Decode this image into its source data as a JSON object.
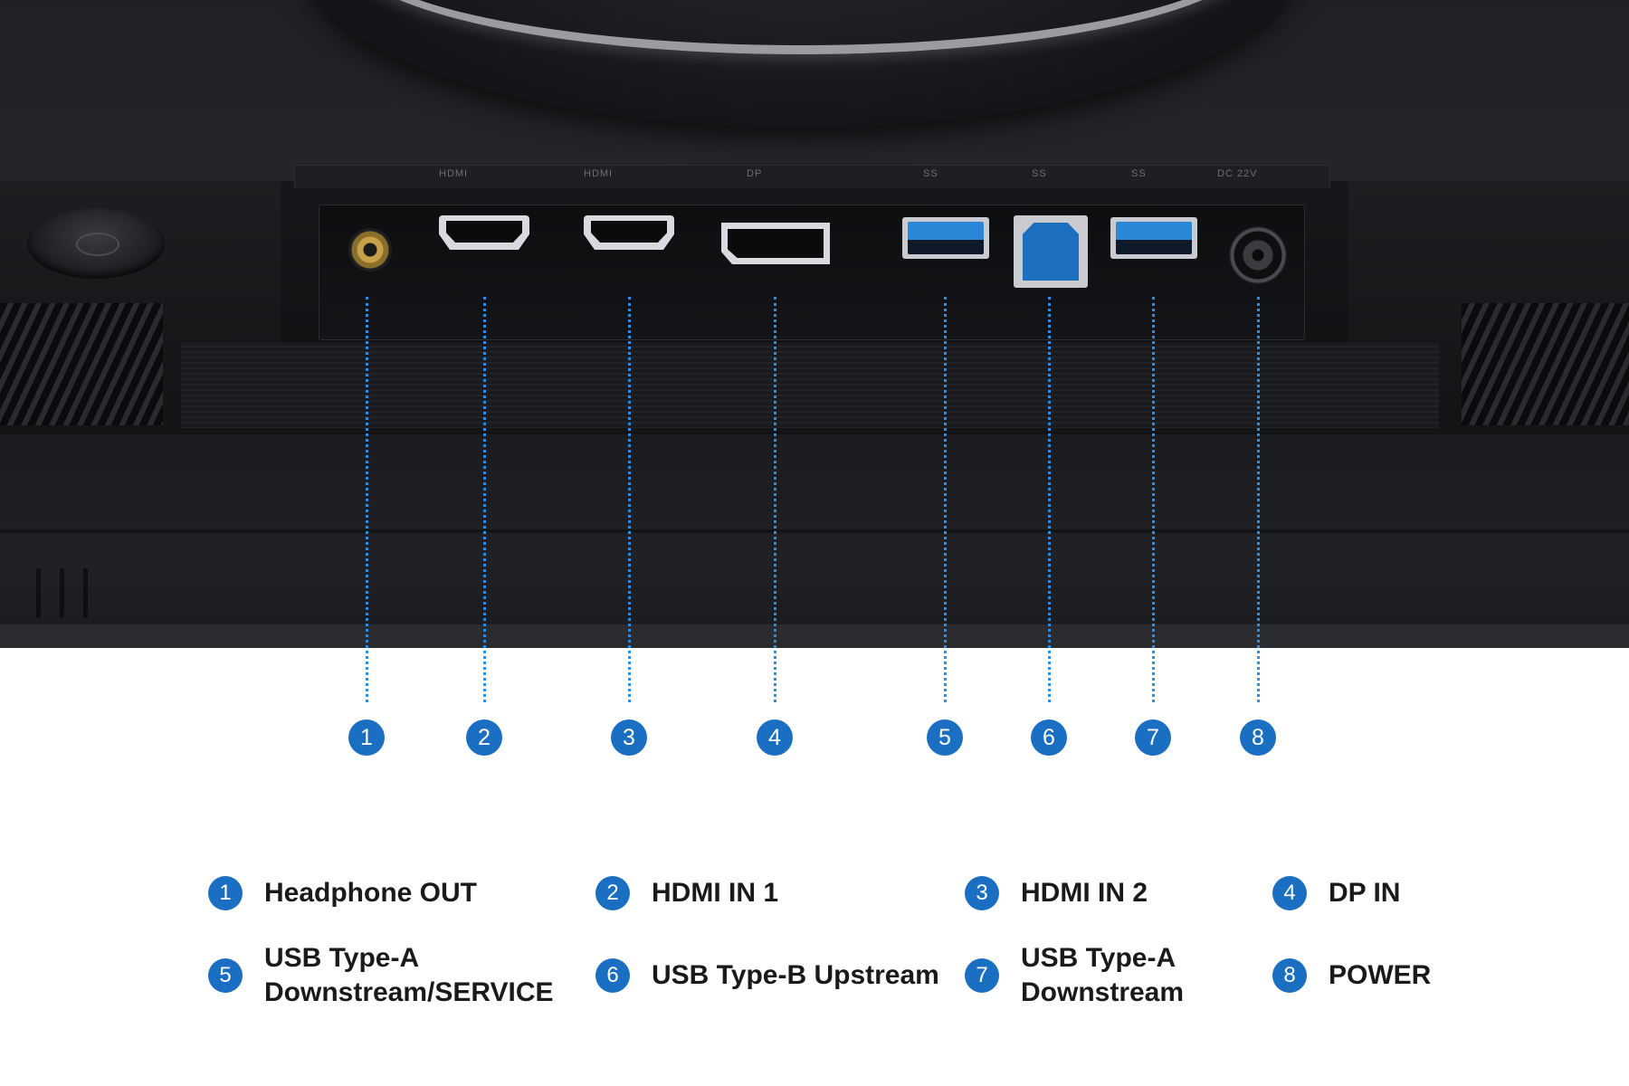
{
  "callouts": [
    "1",
    "2",
    "3",
    "4",
    "5",
    "6",
    "7",
    "8"
  ],
  "port_labels": [
    "HDMI",
    "HDMI",
    "DP",
    "SS",
    "SS",
    "SS",
    "DC 22V"
  ],
  "legend": [
    {
      "number": "1",
      "lines": [
        "Headphone OUT"
      ]
    },
    {
      "number": "2",
      "lines": [
        "HDMI IN 1"
      ]
    },
    {
      "number": "3",
      "lines": [
        "HDMI IN 2"
      ]
    },
    {
      "number": "4",
      "lines": [
        "DP IN"
      ]
    },
    {
      "number": "5",
      "lines": [
        "USB Type-A",
        "Downstream/SERVICE"
      ]
    },
    {
      "number": "6",
      "lines": [
        "USB Type-B Upstream"
      ]
    },
    {
      "number": "7",
      "lines": [
        "USB Type-A",
        "Downstream"
      ]
    },
    {
      "number": "8",
      "lines": [
        "POWER"
      ]
    }
  ],
  "colors": {
    "accent_blue": "#1b6fc2",
    "leader_blue": "#2a8fe6",
    "usb_blue": "#2a86d6",
    "device_dark": "#1d1e21",
    "text": "#1a1a1a"
  },
  "icons": {
    "headphone_jack": "headphone-jack-icon",
    "hdmi_port": "hdmi-port-icon",
    "displayport": "displayport-icon",
    "usb_a": "usb-a-port-icon",
    "usb_b": "usb-b-port-icon",
    "dc_jack": "dc-power-jack-icon"
  }
}
